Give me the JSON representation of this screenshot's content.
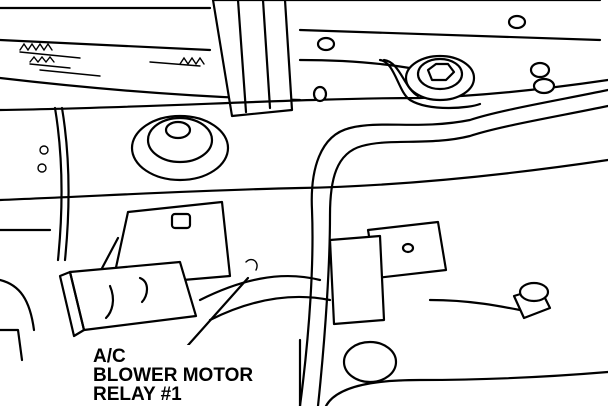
{
  "callout": {
    "line1": "A/C",
    "line2": "BLOWER MOTOR",
    "line3": "RELAY #1"
  }
}
